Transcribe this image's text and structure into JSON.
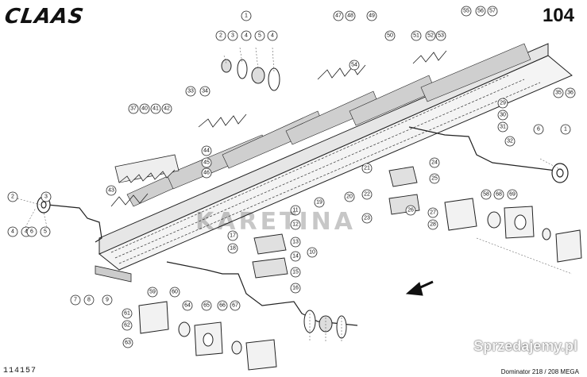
{
  "header": {
    "brand": "CLAAS",
    "page_number": "104"
  },
  "footer": {
    "part_number": "114157",
    "model": "Dominator 218 / 208 MEGA"
  },
  "watermarks": {
    "center": "KARETINA",
    "corner": "Sprzedajemy.pl"
  },
  "callouts": [
    "1",
    "2",
    "3",
    "4",
    "5",
    "4",
    "6",
    "1",
    "2",
    "3",
    "4",
    "5",
    "4",
    "6",
    "7",
    "8",
    "9",
    "10",
    "11",
    "12",
    "13",
    "14",
    "15",
    "16",
    "17",
    "18",
    "19",
    "20",
    "21",
    "22",
    "23",
    "24",
    "25",
    "26",
    "27",
    "28",
    "29",
    "30",
    "31",
    "32",
    "33",
    "34",
    "35",
    "36",
    "37",
    "40",
    "41",
    "42",
    "43",
    "44",
    "45",
    "46",
    "47",
    "48",
    "49",
    "50",
    "51",
    "52",
    "53",
    "54",
    "55",
    "56",
    "57",
    "58",
    "59",
    "60",
    "61",
    "62",
    "63",
    "64",
    "65",
    "66",
    "67",
    "68",
    "69"
  ]
}
